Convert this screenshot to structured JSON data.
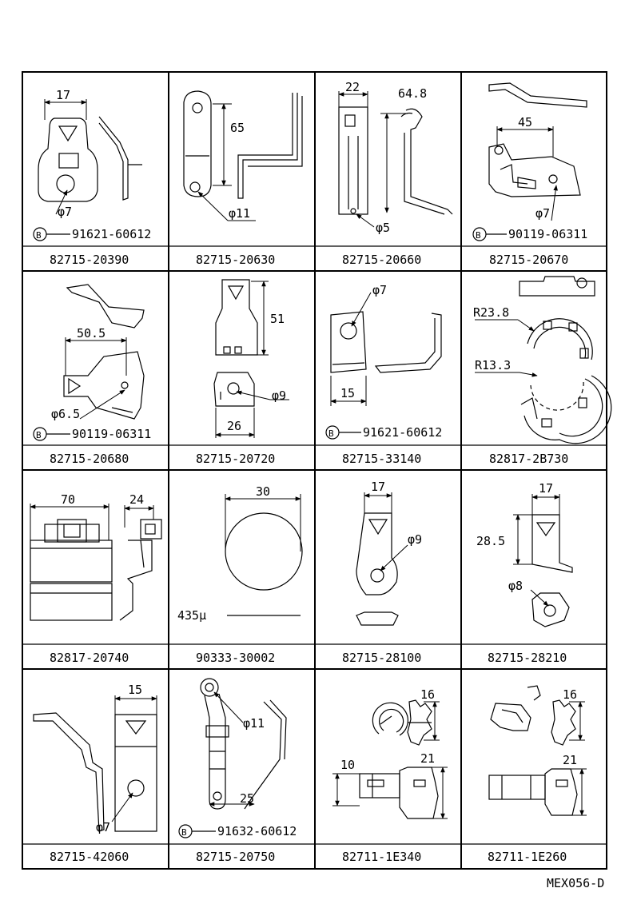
{
  "figure_code": "MEX056-D",
  "bolt_marker": "B",
  "cells": [
    {
      "part_number": "82715-20390",
      "bolt": "91621-60612",
      "dims": [
        "17",
        "φ7"
      ]
    },
    {
      "part_number": "82715-20630",
      "bolt": "",
      "dims": [
        "65",
        "φ11"
      ]
    },
    {
      "part_number": "82715-20660",
      "bolt": "",
      "dims": [
        "22",
        "64.8",
        "φ5"
      ]
    },
    {
      "part_number": "82715-20670",
      "bolt": "90119-06311",
      "dims": [
        "45",
        "φ7"
      ]
    },
    {
      "part_number": "82715-20680",
      "bolt": "90119-06311",
      "dims": [
        "50.5",
        "φ6.5"
      ]
    },
    {
      "part_number": "82715-20720",
      "bolt": "",
      "dims": [
        "51",
        "φ9",
        "26"
      ]
    },
    {
      "part_number": "82715-33140",
      "bolt": "91621-60612",
      "dims": [
        "φ7",
        "15"
      ]
    },
    {
      "part_number": "82817-2B730",
      "bolt": "",
      "dims": [
        "R23.8",
        "R13.3"
      ]
    },
    {
      "part_number": "82817-20740",
      "bolt": "",
      "dims": [
        "70",
        "24"
      ]
    },
    {
      "part_number": "90333-30002",
      "bolt": "",
      "dims": [
        "30",
        "435μ"
      ]
    },
    {
      "part_number": "82715-28100",
      "bolt": "",
      "dims": [
        "17",
        "φ9"
      ]
    },
    {
      "part_number": "82715-28210",
      "bolt": "",
      "dims": [
        "17",
        "28.5",
        "φ8"
      ]
    },
    {
      "part_number": "82715-42060",
      "bolt": "",
      "dims": [
        "15",
        "φ7"
      ]
    },
    {
      "part_number": "82715-20750",
      "bolt": "91632-60612",
      "dims": [
        "φ11",
        "25"
      ]
    },
    {
      "part_number": "82711-1E340",
      "bolt": "",
      "dims": [
        "16",
        "10",
        "21"
      ]
    },
    {
      "part_number": "82711-1E260",
      "bolt": "",
      "dims": [
        "16",
        "21"
      ]
    }
  ]
}
